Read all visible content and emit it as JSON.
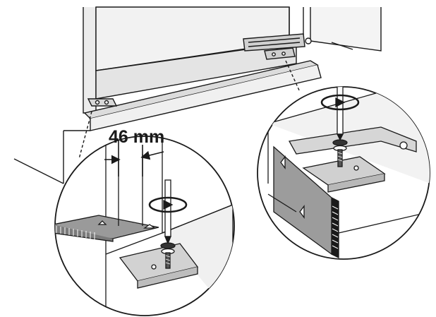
{
  "illustration": {
    "dimension_label": "46 mm",
    "colors": {
      "line": "#1a1a1a",
      "panel_light": "#e6e6e6",
      "panel_mid": "#cfcfcf",
      "panel_dark": "#9a9a9a",
      "background": "#ffffff"
    },
    "icons": {
      "rotation": "clockwise-rotation-arrow",
      "tool": "screwdriver",
      "fastener": "screw"
    }
  }
}
